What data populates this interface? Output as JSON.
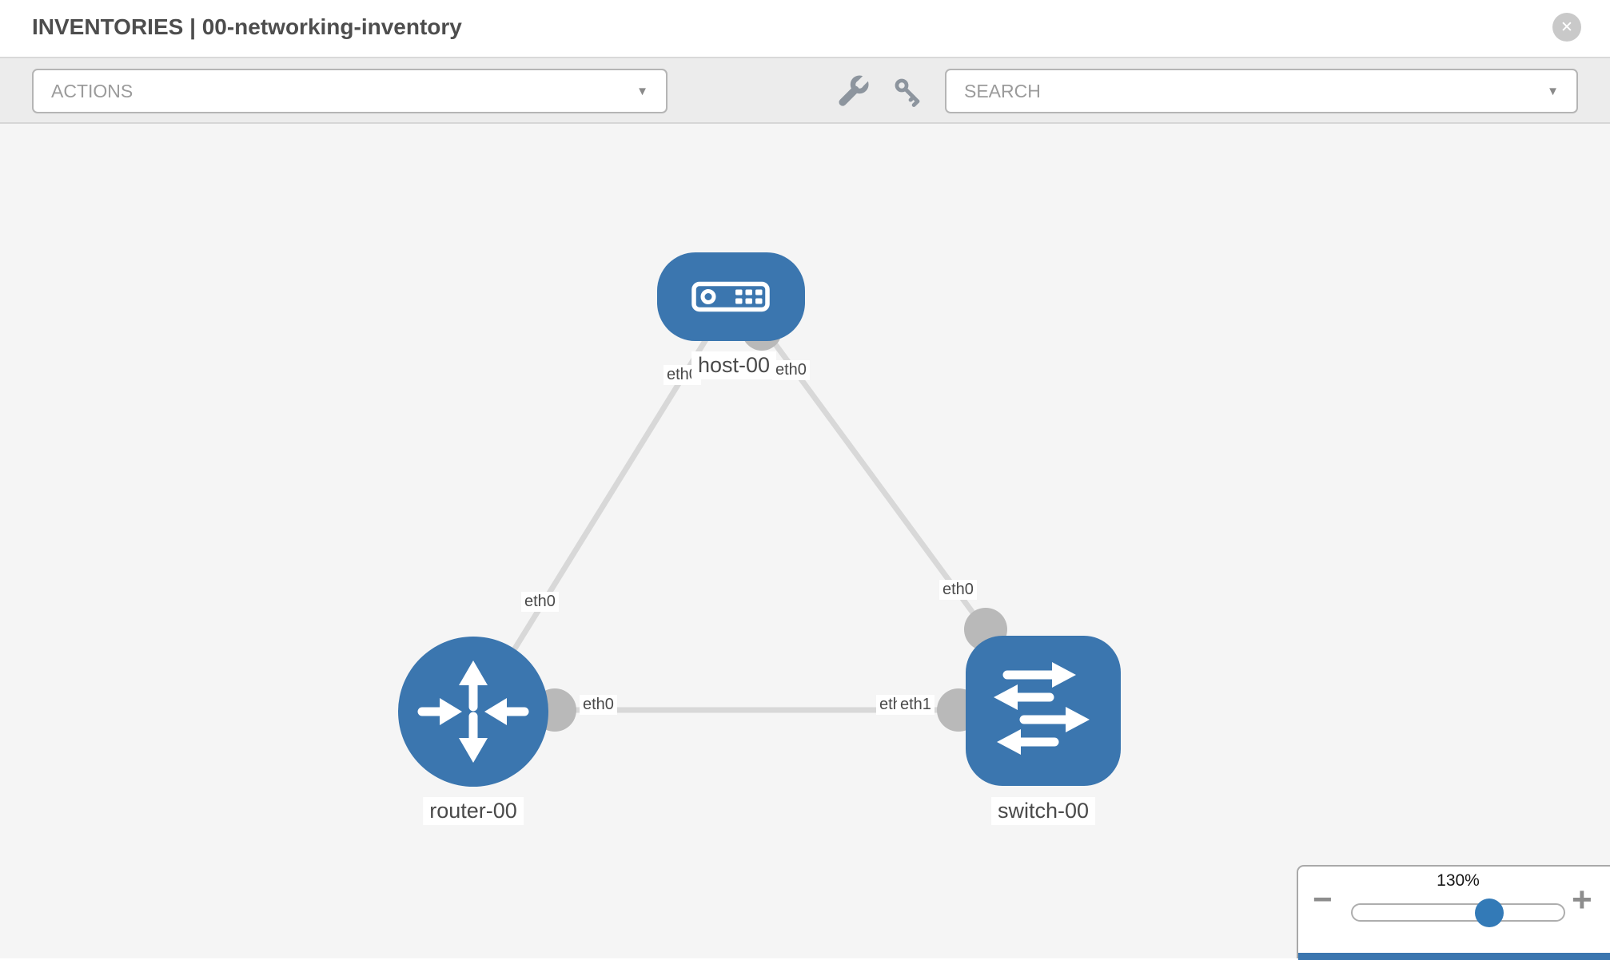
{
  "header": {
    "title": "INVENTORIES | 00-networking-inventory",
    "close_glyph": "✕"
  },
  "toolbar": {
    "actions_label": "ACTIONS",
    "search_label": "SEARCH",
    "caret_glyph": "▼",
    "icons": [
      "wrench-icon",
      "key-icon"
    ]
  },
  "topology": {
    "nodes": [
      {
        "label": "host-00",
        "type": "host"
      },
      {
        "label": "router-00",
        "type": "router"
      },
      {
        "label": "switch-00",
        "type": "switch"
      }
    ],
    "links": [
      {
        "from": "host-00",
        "from_iface": "eth0",
        "to": "router-00",
        "to_iface": "eth0"
      },
      {
        "from": "host-00",
        "from_iface": "eth0",
        "to": "switch-00",
        "to_iface": "eth0"
      },
      {
        "from": "router-00",
        "from_iface": "eth0",
        "to": "switch-00",
        "to_iface": "eth1"
      }
    ],
    "interfaces": {
      "host_left": "eth0",
      "host_right": "eth0",
      "router_uplink": "eth0",
      "router_link": "eth0",
      "switch_uplink": "eth0",
      "switch_link_back": "eth0",
      "switch_link_front": "eth1"
    }
  },
  "zoom_control": {
    "value": "130%",
    "minus_glyph": "−",
    "plus_glyph": "+"
  },
  "colors": {
    "node_blue": "#3b76af",
    "accent_blue": "#337ab7",
    "link_gray": "#d8d8d8",
    "interface_gray": "#b9b9b9",
    "canvas_bg": "#f5f5f5",
    "toolbar_bg": "#ececec"
  }
}
